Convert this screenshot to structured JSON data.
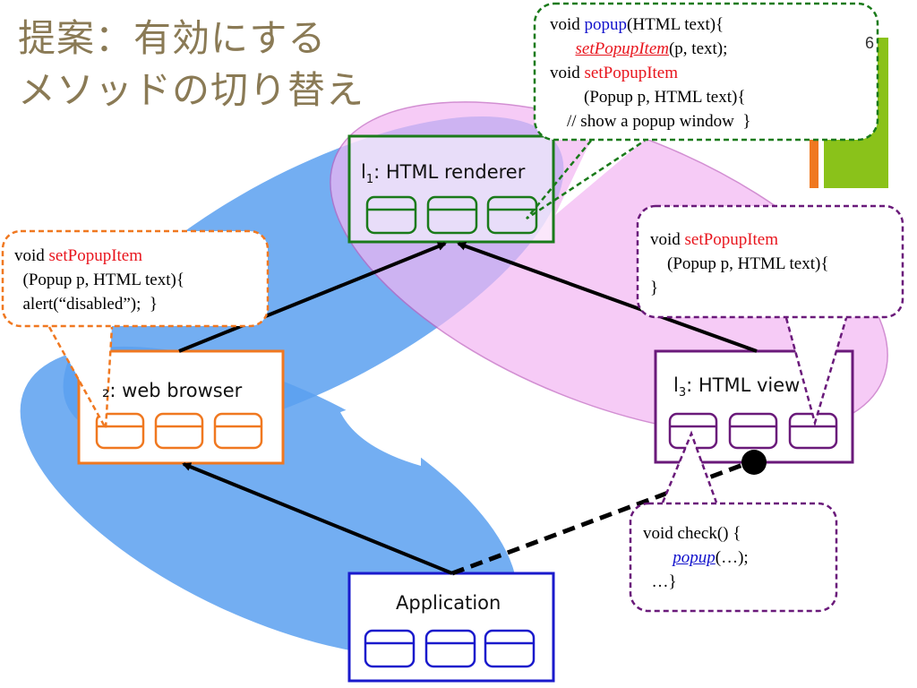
{
  "title": {
    "line1": "提案：有効にする",
    "line2": "メソッドの切り替え"
  },
  "page_number": "6",
  "components": {
    "l1": {
      "prefix": "l",
      "sub": "1",
      "label": ": HTML renderer"
    },
    "l2": {
      "label": "₂: web browser"
    },
    "l3": {
      "prefix": "l",
      "sub": "3",
      "label": ": HTML view"
    },
    "app": {
      "label": "Application"
    }
  },
  "callouts": {
    "top": {
      "l1_a": "void ",
      "l1_b": "popup",
      "l1_c": "(HTML text){",
      "l2_indent": "      ",
      "l2_a": "setPopupItem",
      "l2_b": "(p, text);",
      "l3_a": "void ",
      "l3_b": "setPopupItem",
      "l4": "        (Popup p, HTML text){",
      "l5": "    // show a popup window  }"
    },
    "left": {
      "l1_a": "void ",
      "l1_b": "setPopupItem",
      "l2": "  (Popup p, HTML text){",
      "l3": "  alert(“disabled”);  }"
    },
    "right": {
      "l1_a": "void ",
      "l1_b": "setPopupItem",
      "l2": "    (Popup p, HTML text){",
      "l3": "}"
    },
    "bottom": {
      "l1": "void check() {",
      "l2_indent": "       ",
      "l2_a": "popup",
      "l2_b": "(…);",
      "l3": "  …}"
    }
  },
  "colors": {
    "blue_ellipse": "#5aa0f0",
    "pink_ellipse": "#f3b6f3",
    "l1": "#1a7a1a",
    "l2": "#f07820",
    "l3": "#6a1a7a",
    "app": "#1a1acc",
    "deco_green": "#8ac21a",
    "deco_orange": "#f07820"
  }
}
